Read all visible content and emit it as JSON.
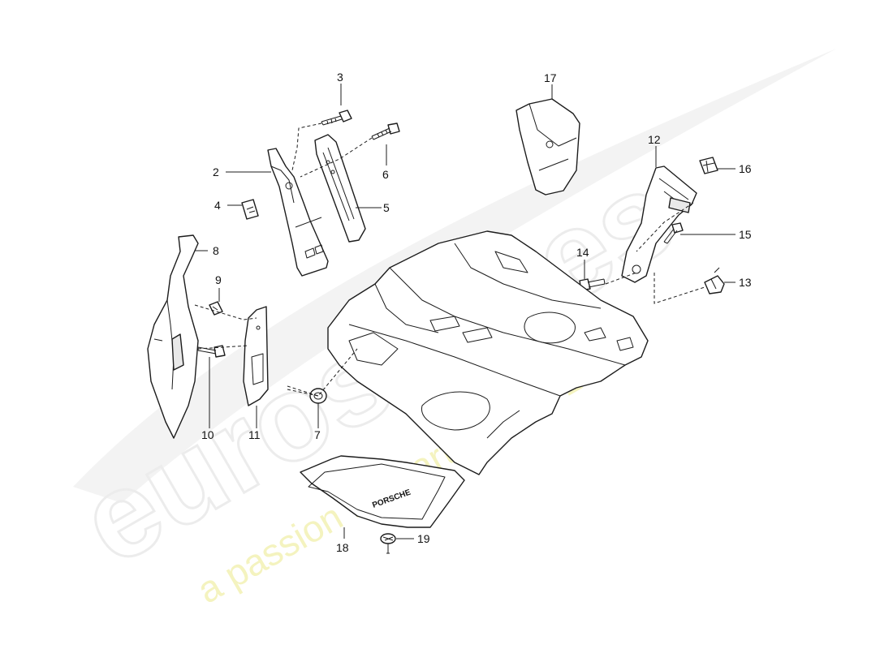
{
  "watermark": {
    "brand": "eurospares",
    "tagline": "a passion for parts since 1985",
    "color": "#ececec",
    "tagline_color": "#f3f1b4"
  },
  "mat_logo": "PORSCHE",
  "callouts": {
    "c1": "2",
    "c2": "3",
    "c3": "4",
    "c4": "5",
    "c5": "6",
    "c6": "7",
    "c7": "8",
    "c8": "9",
    "c9": "10",
    "c10": "11",
    "c11": "12",
    "c12": "13",
    "c13": "14",
    "c14": "15",
    "c15": "16",
    "c16": "17",
    "c17": "18",
    "c18": "19"
  }
}
